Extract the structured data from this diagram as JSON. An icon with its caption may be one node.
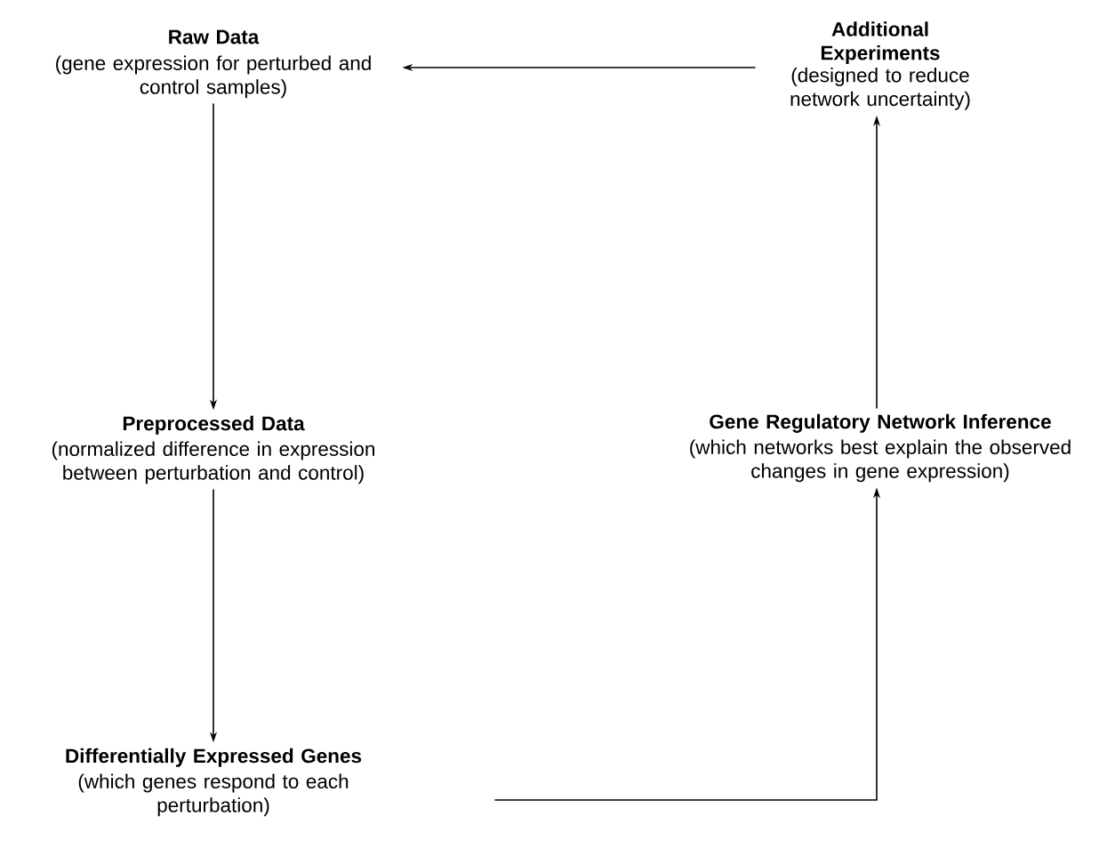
{
  "diagram": {
    "nodes": [
      {
        "text": [
          "Raw Data",
          "(gene expression for perturbed and control samples)"
        ]
      },
      {
        "text": [
          "Additional Experiments",
          "(designed to reduce network uncertainty)"
        ]
      },
      {
        "text": [
          "Preprocessed Data",
          "(normalized difference in expression between perturbation and control)"
        ]
      },
      {
        "text": [
          "Gene Regulatory Network Inference",
          "(which networks best explain the observed changes in gene expression)"
        ]
      },
      {
        "text": [
          "Differentially Expressed Genes",
          "(which genes respond to each perturbation)"
        ]
      }
    ],
    "edges": [
      {
        "from": 0,
        "to": 2,
        "arrow": "to"
      },
      {
        "from": 2,
        "to": 4,
        "arrow": "to"
      },
      {
        "from": 4,
        "to": 3,
        "arrow": "to"
      },
      {
        "from": 3,
        "to": 1,
        "arrow": "to"
      },
      {
        "from": 1,
        "to": 0,
        "arrow": "to"
      }
    ]
  }
}
